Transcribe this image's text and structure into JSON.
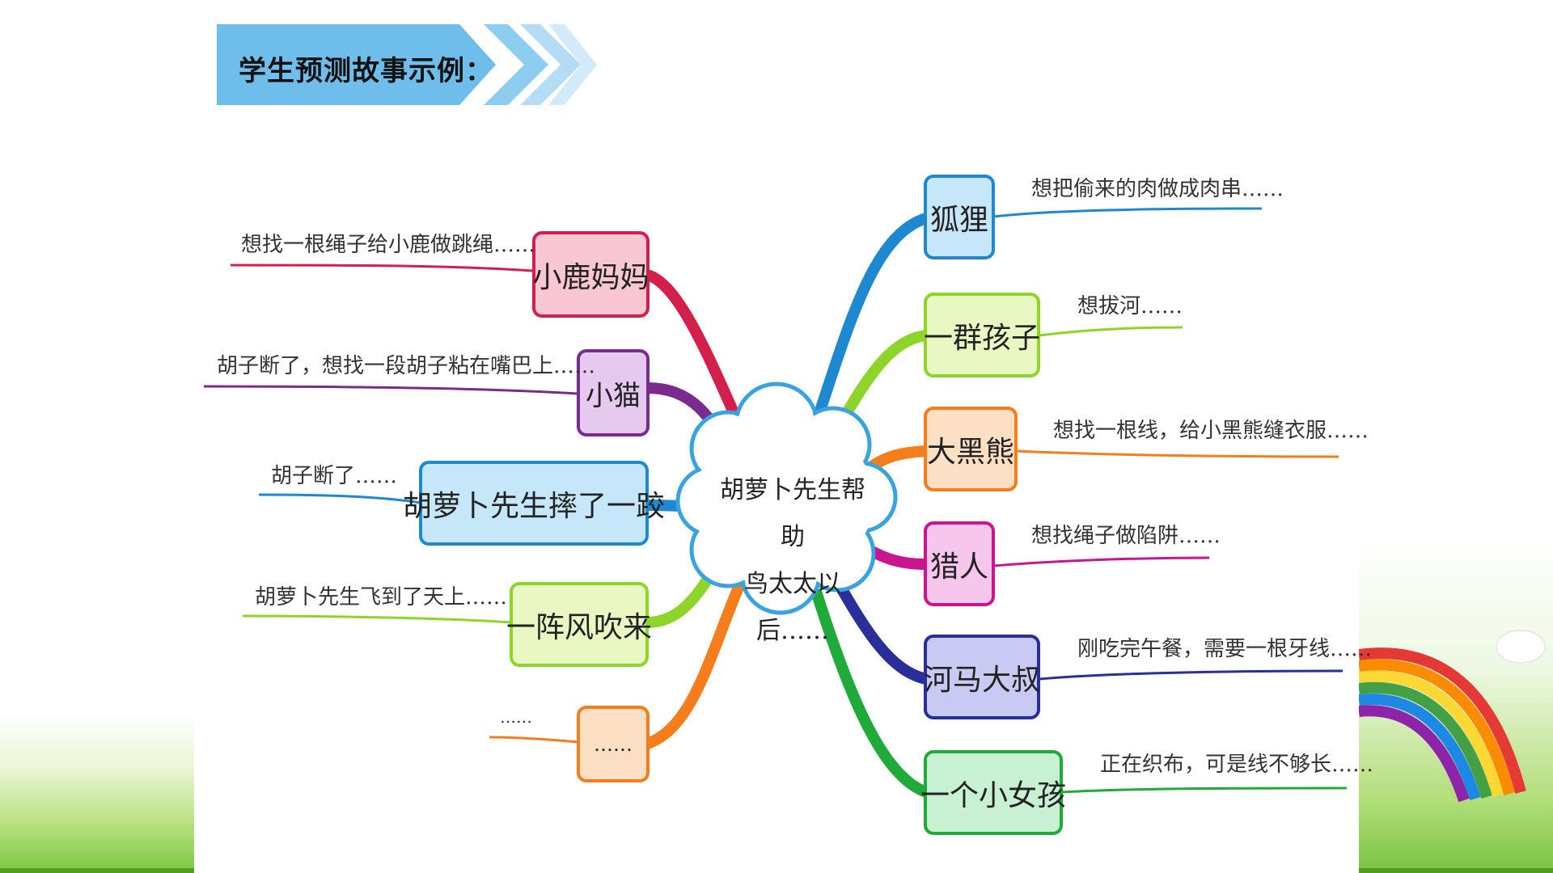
{
  "slide_title": "学生预测故事示例：",
  "center": {
    "line1": "胡萝卜先生帮助",
    "line2": "鸟太太以后……"
  },
  "left_branches": [
    {
      "label": "小鹿妈妈",
      "note": "想找一根绳子给小鹿做跳绳……",
      "color": "#d21f4b"
    },
    {
      "label": "小猫",
      "note": "胡子断了，想找一段胡子粘在嘴巴上……",
      "color": "#7a2c8e"
    },
    {
      "label": "胡萝卜先生摔了一跤",
      "note": "胡子断了……",
      "color": "#1e88d0"
    },
    {
      "label": "一阵风吹来",
      "note": "胡萝卜先生飞到了天上……",
      "color": "#8ed42a"
    },
    {
      "label": "……",
      "note": "……",
      "color": "#f57d1c"
    }
  ],
  "right_branches": [
    {
      "label": "狐狸",
      "note": "想把偷来的肉做成肉串……",
      "color": "#1e88d0"
    },
    {
      "label": "一群孩子",
      "note": "想拔河……",
      "color": "#8ed42a"
    },
    {
      "label": "大黑熊",
      "note": "想找一根线，给小黑熊缝衣服……",
      "color": "#f57d1c"
    },
    {
      "label": "猎人",
      "note": "想找绳子做陷阱……",
      "color": "#c8168e"
    },
    {
      "label": "河马大叔",
      "note": "刚吃完午餐，需要一根牙线……",
      "color": "#2a2e9a"
    },
    {
      "label": "一个小女孩",
      "note": "正在织布，可是线不够长……",
      "color": "#1faa3a"
    }
  ]
}
